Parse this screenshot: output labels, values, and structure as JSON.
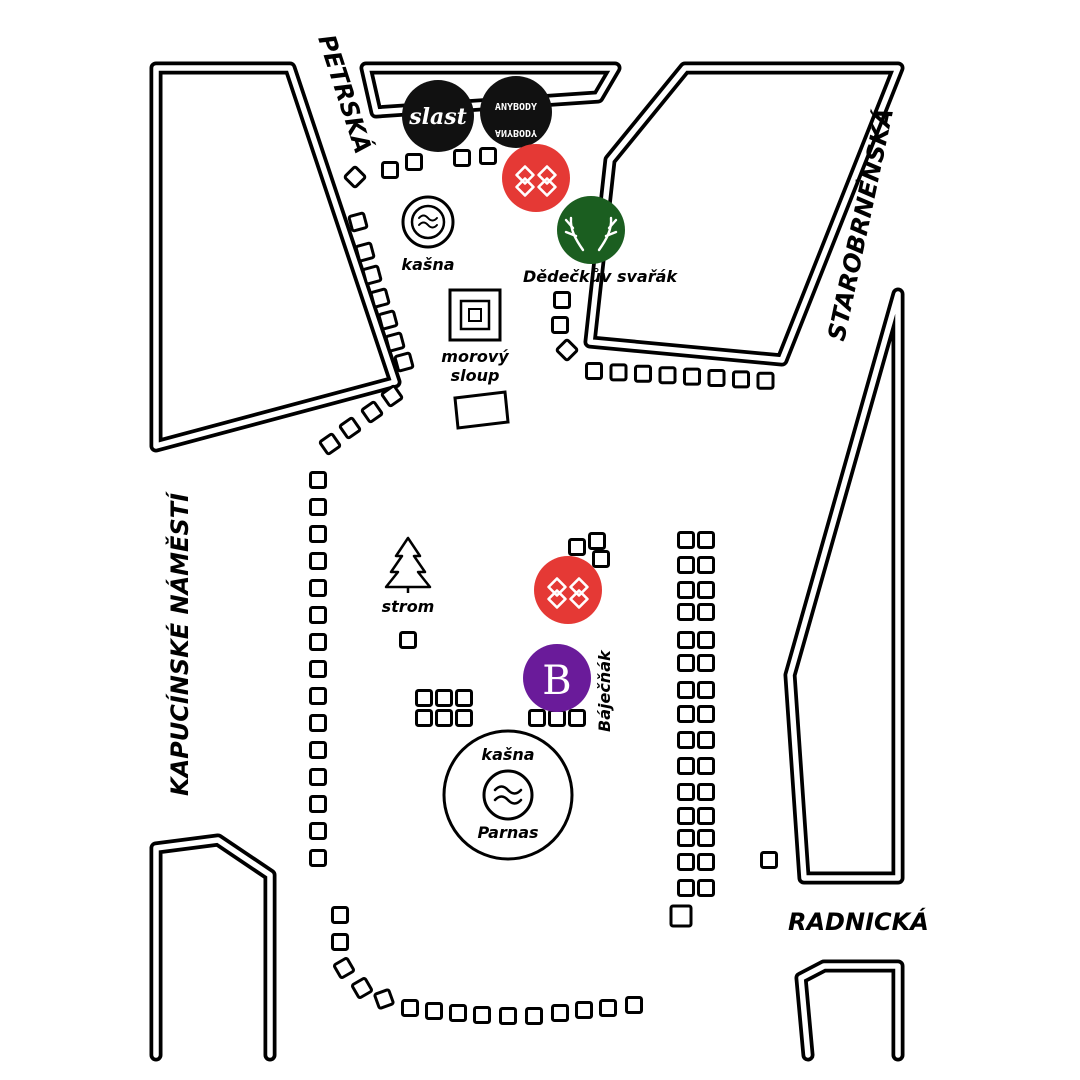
{
  "streets": {
    "petrska": "PETRSKÁ",
    "starobrnenska": "STAROBRNĚNSKÁ",
    "kapucinske": "KAPUCÍNSKÉ NÁMĚSTÍ",
    "radnicka": "RADNICKÁ"
  },
  "landmarks": {
    "kasna_top": "kašna",
    "morovy_line1": "morový",
    "morovy_line2": "sloup",
    "strom": "strom",
    "kasna_parnas_top": "kašna",
    "kasna_parnas_bottom": "Parnas"
  },
  "vendors": {
    "slast": {
      "logo_text": "slast",
      "color": "#111111"
    },
    "anybody": {
      "logo_text": "ANYBODY",
      "color": "#111111"
    },
    "red_brand": {
      "color": "#e53935"
    },
    "dedeckuv": {
      "label": "Dědečkův svařák",
      "color": "#1b5e20"
    },
    "bajecnak": {
      "label": "Báječňák",
      "logo_text": "B",
      "color": "#6a1b9a"
    }
  },
  "icons": {
    "fountain": "fountain-icon",
    "plague_column": "plague-column-icon",
    "tree": "tree-icon",
    "antlers": "antlers-icon",
    "knot": "knot-pattern-icon"
  }
}
